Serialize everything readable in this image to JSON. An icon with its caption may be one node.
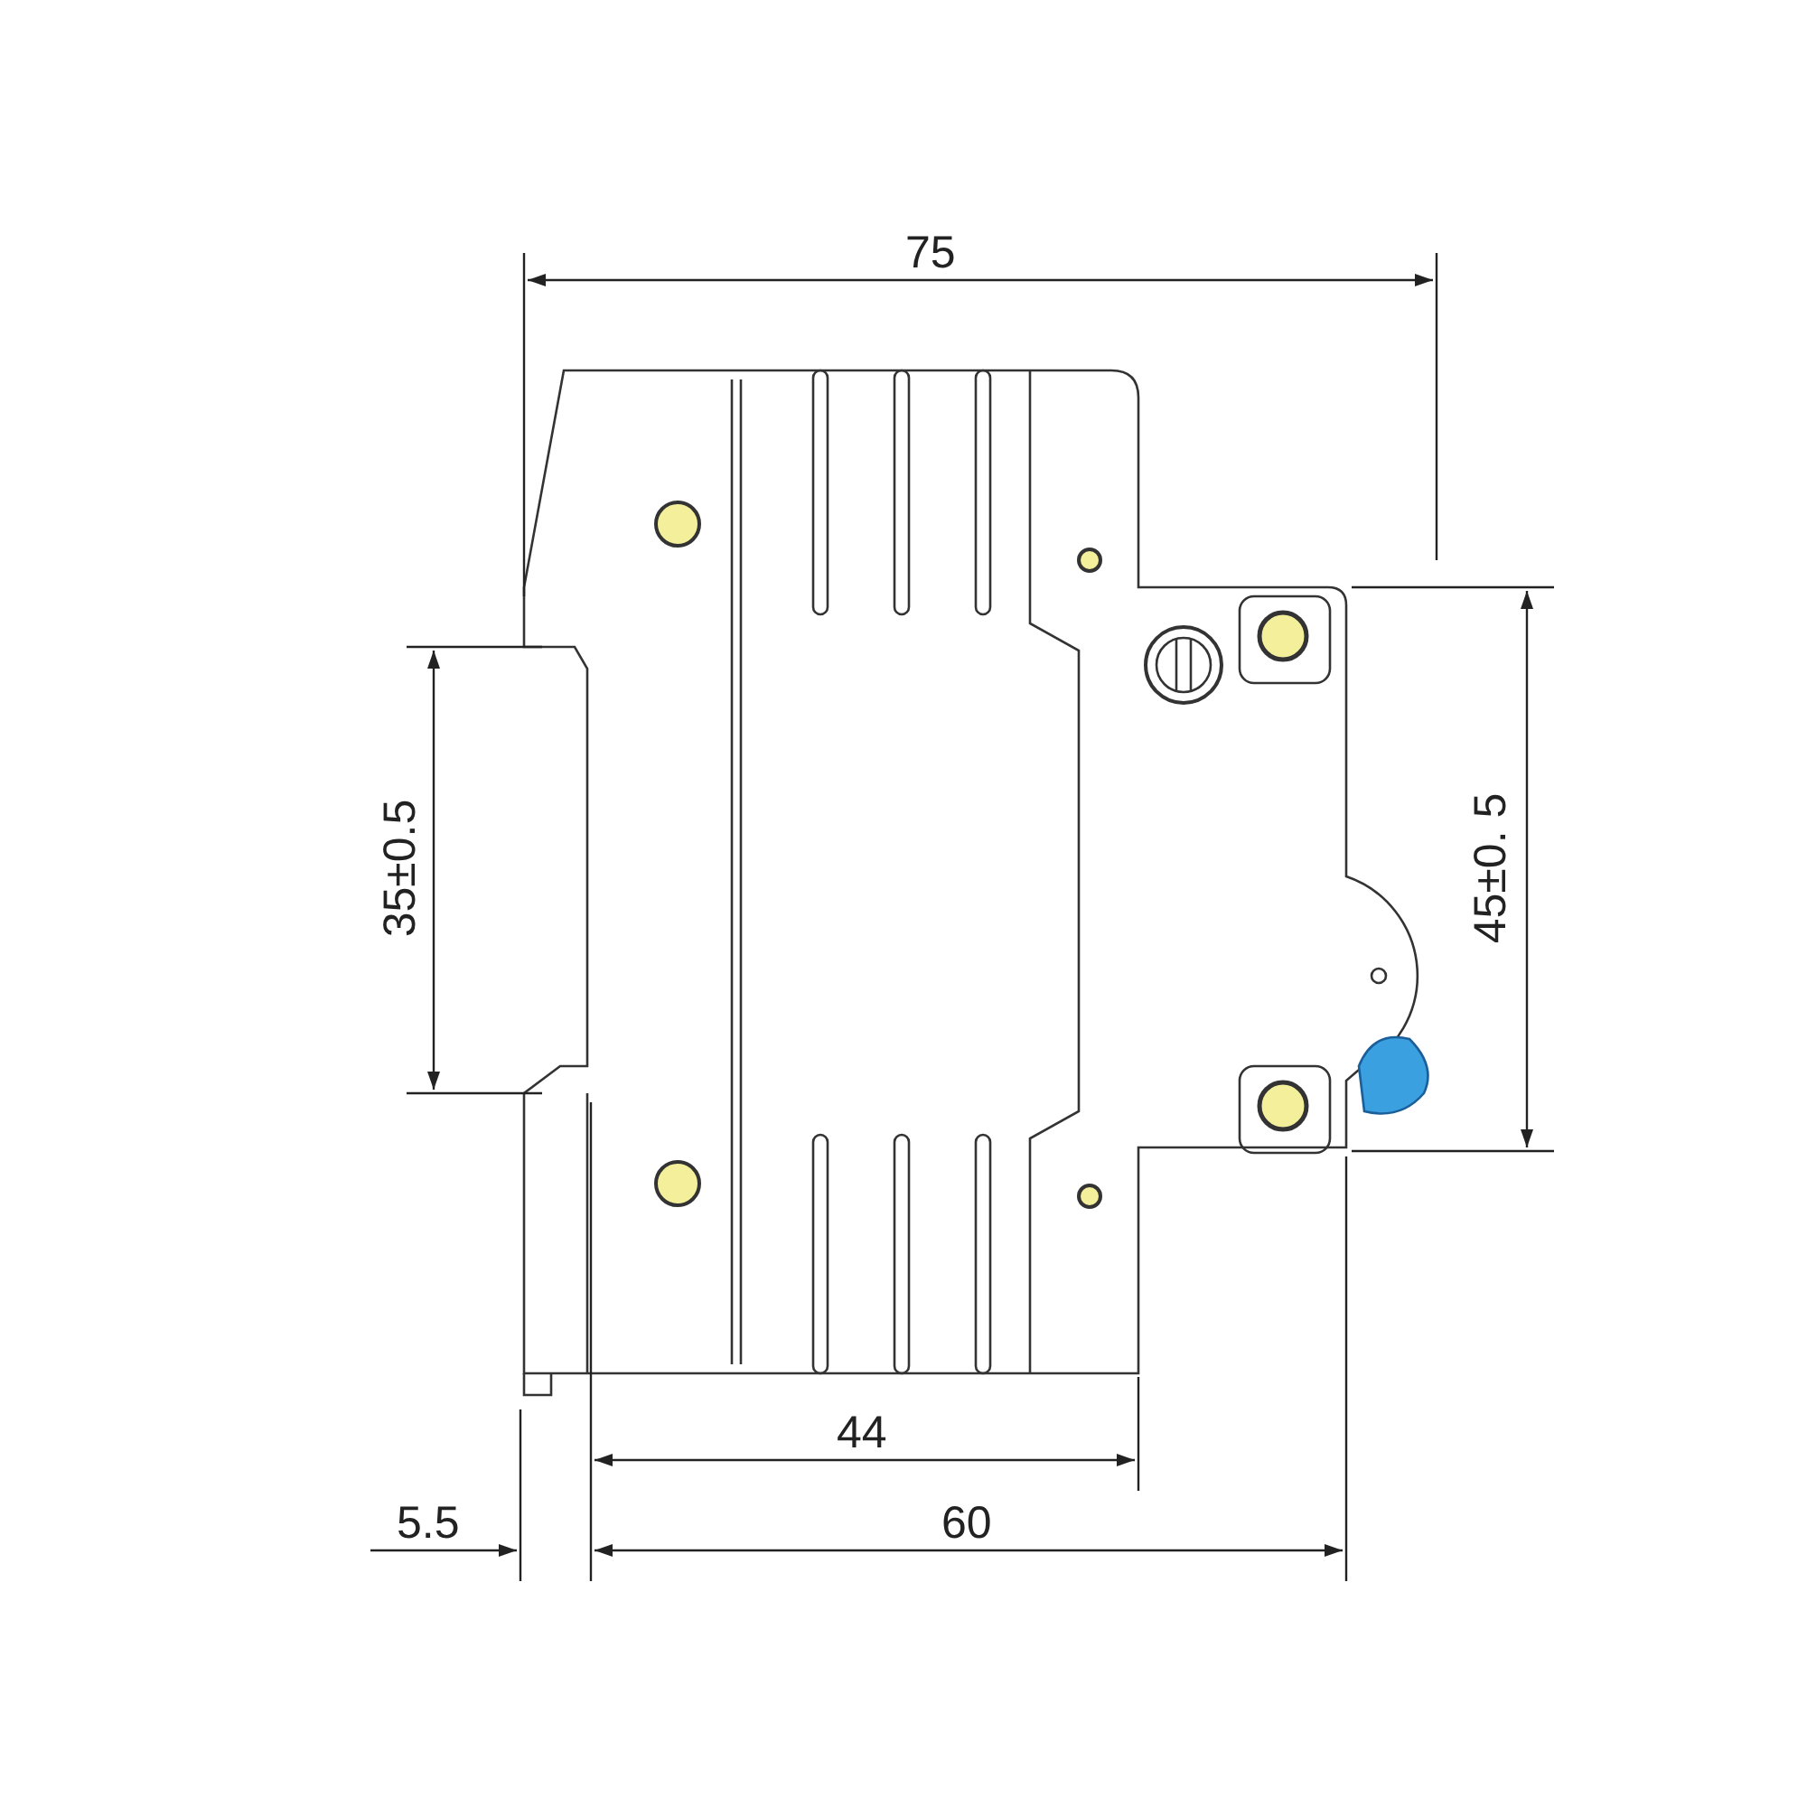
{
  "diagram": {
    "labels": [
      "75",
      "35±0.5",
      "45±0. 5",
      "44",
      "5.5",
      "60"
    ]
  }
}
